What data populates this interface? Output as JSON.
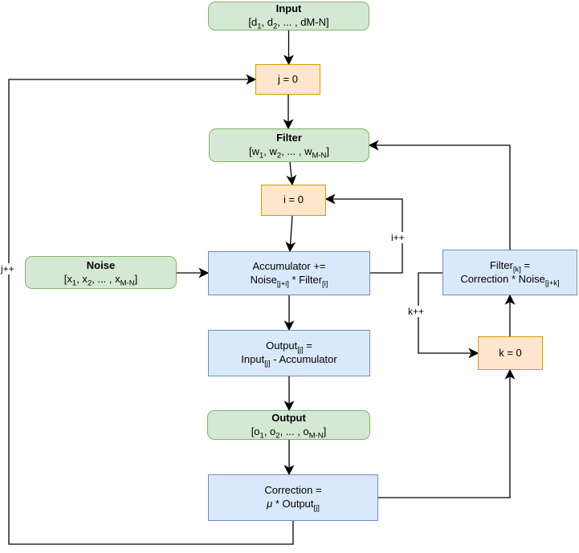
{
  "colors": {
    "green_fill": "#d5e8d4",
    "green_stroke": "#82b366",
    "orange_fill": "#ffe6cc",
    "orange_stroke": "#d79b00",
    "blue_fill": "#dae8fc",
    "blue_stroke": "#6c8ebf",
    "edge": "#000000"
  },
  "nodes": {
    "input": {
      "title": "Input",
      "seg": [
        "[d",
        "1",
        ", d",
        "2",
        ", ... , dM-N]"
      ]
    },
    "j0": {
      "label": "j = 0"
    },
    "filter": {
      "title": "Filter",
      "seg": [
        "[w",
        "1",
        ", w",
        "2",
        ", ... , w",
        "M-N",
        "]"
      ]
    },
    "i0": {
      "label": "i = 0"
    },
    "noise": {
      "title": "Noise",
      "seg": [
        "[x",
        "1",
        ", x",
        "2",
        ", ... , x",
        "M-N",
        "]"
      ]
    },
    "accumulator": {
      "line1": "Accumulator +=",
      "seg2": [
        "Noise",
        "[j+i]",
        " * Filter",
        "[i]"
      ]
    },
    "output_j": {
      "seg1": [
        "Output",
        "[j]",
        " ="
      ],
      "seg2": [
        "Input",
        "[j]",
        " - Accumulator"
      ]
    },
    "output": {
      "title": "Output",
      "seg": [
        "[o",
        "1",
        ", o",
        "2",
        ", ... , o",
        "M-N",
        "]"
      ]
    },
    "correction": {
      "line1": "Correction =",
      "seg2": [
        "μ",
        " * Output",
        "[j]"
      ]
    },
    "filter_k": {
      "seg1": [
        "Filter",
        "[k]",
        " ="
      ],
      "seg2": [
        "Correction * Noise",
        "[j+k]"
      ]
    },
    "k0": {
      "label": "k = 0"
    }
  },
  "edge_labels": {
    "j_inc": "j++",
    "i_inc": "i++",
    "k_inc": "k++"
  }
}
